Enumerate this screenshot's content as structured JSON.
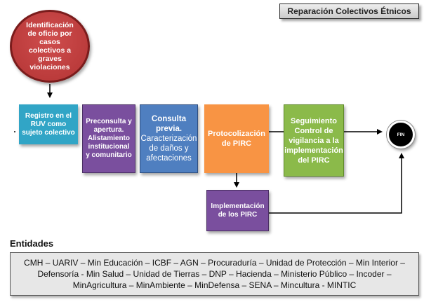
{
  "title": "Reparación Colectivos Étnicos",
  "start_node": "Identificación de oficio por casos colectivos a graves violaciones",
  "steps": {
    "registro": "Registro en el RUV como sujeto colectivo",
    "preconsulta": "Preconsulta y apertura. Alistamiento institucional y comunitario",
    "consulta_title": "Consulta previa.",
    "consulta_body": "Caracterización de daños y afectaciones",
    "protocolizacion": "Protocolización de PIRC",
    "seguimiento": "Seguimiento Control de vigilancia a la implementación del PIRC",
    "implementacion": "Implementación de los PIRC"
  },
  "end_node": "FIN",
  "entidades": {
    "label": "Entidades",
    "text": "CMH – UARIV – Min Educación – ICBF – AGN – Procuraduría – Unidad de Protección – Min Interior – Defensoría - Min Salud – Unidad de Tierras – DNP – Hacienda – Ministerio Público – Incoder – MinAgricultura – MinAmbiente – MinDefensa – SENA – Mincultura - MINTIC"
  },
  "colors": {
    "start": "#c23e3e",
    "registro": "#31a5c6",
    "preconsulta": "#7a4f9e",
    "consulta": "#4f7fc0",
    "protocolizacion": "#f89444",
    "seguimiento": "#8bba4a",
    "fin": "#000000"
  }
}
